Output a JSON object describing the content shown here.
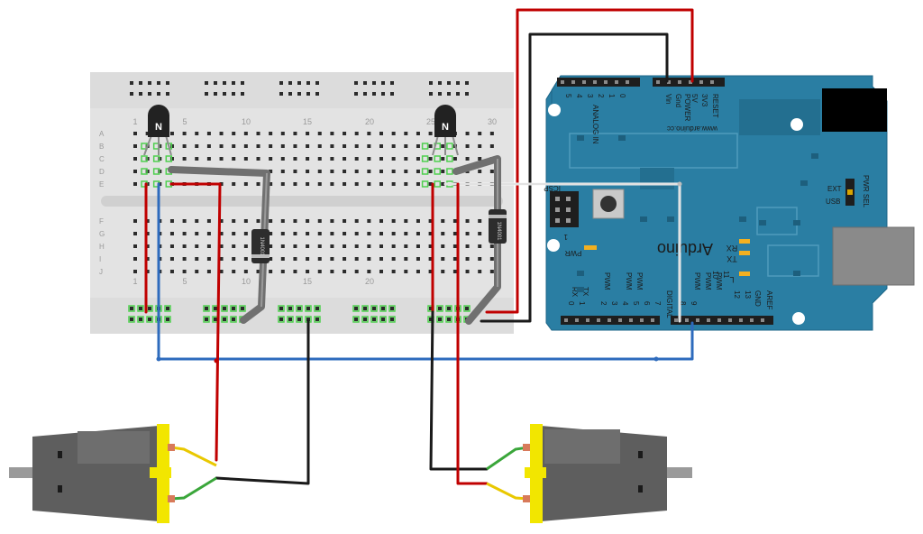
{
  "colors": {
    "red_wire": "#c00000",
    "black_wire": "#1a1a1a",
    "blue_wire": "#2e6bbd",
    "white_wire": "#f2f2f2",
    "arduino_board": "#2a7ea3",
    "motor_body": "#5e5e5e",
    "motor_cap": "#f2e600",
    "diode_body": "#2d2d2d",
    "breadboard": "#e3e3e3"
  },
  "breadboard": {
    "col_numbers": [
      "1",
      "5",
      "10",
      "15",
      "20",
      "25",
      "30"
    ],
    "row_letters_top": [
      "A",
      "B",
      "C",
      "D",
      "E"
    ],
    "row_letters_bottom": [
      "F",
      "G",
      "H",
      "I",
      "J"
    ]
  },
  "components": {
    "transistor_left": {
      "label": "N",
      "icon": "npn-transistor-icon"
    },
    "transistor_right": {
      "label": "N",
      "icon": "npn-transistor-icon"
    },
    "diode_left": {
      "label": "1N4001",
      "icon": "diode-icon"
    },
    "diode_right": {
      "label": "1N4001",
      "icon": "diode-icon"
    },
    "motor_left": {
      "icon": "dc-motor-icon"
    },
    "motor_right": {
      "icon": "dc-motor-icon"
    }
  },
  "arduino": {
    "brand": "Arduino",
    "url": "www.arduino.cc",
    "power_pins": [
      "Vin",
      "Gnd",
      "5V",
      "3V3",
      "RESET"
    ],
    "power_label": "POWER",
    "analog_pins": [
      "5",
      "4",
      "3",
      "2",
      "1",
      "0"
    ],
    "analog_label": "ANALOG IN",
    "digital_label": "DIGITAL",
    "digital_pins": [
      "AREF",
      "GND",
      "13",
      "12",
      "11",
      "10",
      "9",
      "8",
      "7",
      "6",
      "5",
      "4",
      "3",
      "2",
      "1",
      "0"
    ],
    "pwm_label": "PWM",
    "tx_label": "TX",
    "rx_label": "RX",
    "l_label": "L",
    "pwr_label": "PWR",
    "pwr_sel_label": "PWR SEL",
    "ext_label": "EXT",
    "usb_label": "USB",
    "icsp_label": "ICSP",
    "one_label": "1"
  }
}
